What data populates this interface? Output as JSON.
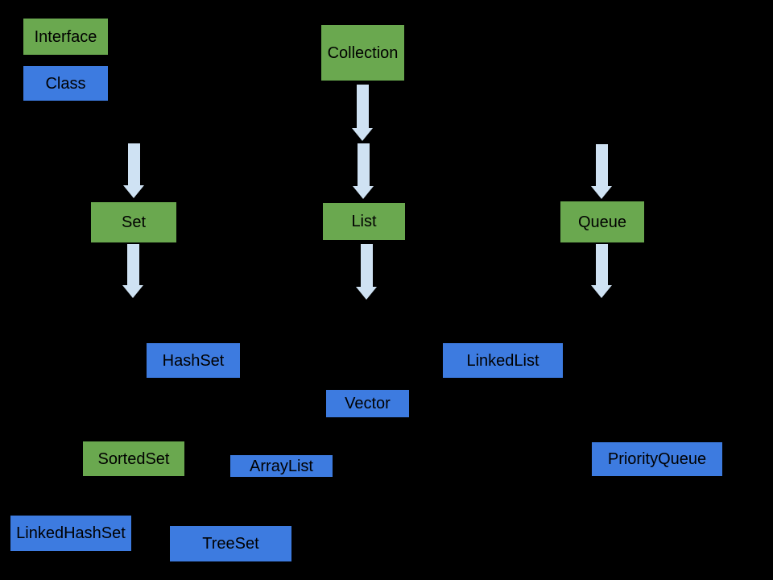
{
  "diagram": {
    "description": "Java Collection framework hierarchy diagram",
    "colors": {
      "background": "#000000",
      "interface_fill": "#6aa84f",
      "class_fill": "#3d7be0",
      "arrow_fill": "#cfe2f3",
      "node_border": "#000000",
      "text": "#000000"
    },
    "legend": {
      "interface_label": "Interface",
      "class_label": "Class"
    },
    "nodes": {
      "collection": {
        "label": "Collection",
        "type": "interface"
      },
      "set": {
        "label": "Set",
        "type": "interface"
      },
      "list": {
        "label": "List",
        "type": "interface"
      },
      "queue": {
        "label": "Queue",
        "type": "interface"
      },
      "hashset": {
        "label": "HashSet",
        "type": "class"
      },
      "linkedlist": {
        "label": "LinkedList",
        "type": "class"
      },
      "vector": {
        "label": "Vector",
        "type": "class"
      },
      "sortedset": {
        "label": "SortedSet",
        "type": "interface"
      },
      "arraylist": {
        "label": "ArrayList",
        "type": "class"
      },
      "priorityqueue": {
        "label": "PriorityQueue",
        "type": "class"
      },
      "linkedhashset": {
        "label": "LinkedHashSet",
        "type": "class"
      },
      "treeset": {
        "label": "TreeSet",
        "type": "class"
      }
    }
  }
}
